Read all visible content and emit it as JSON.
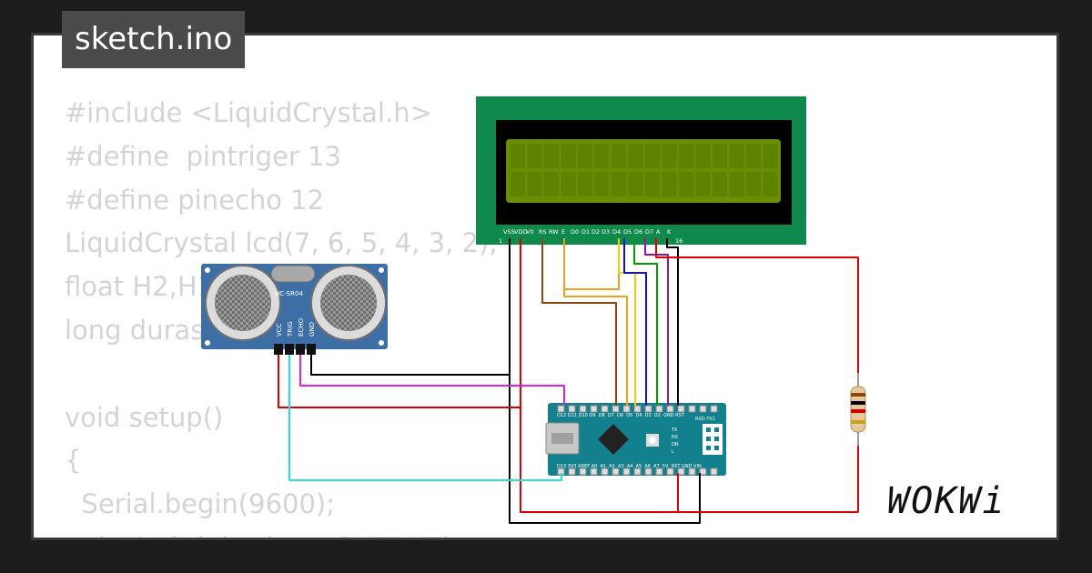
{
  "file_tab": {
    "label": "sketch.ino"
  },
  "code_lines": [
    "#include <LiquidCrystal.h>",
    "#define  pintriger 13",
    "#define pinecho 12",
    "LiquidCrystal lcd(7, 6, 5, 4, 3, 2);",
    "float H2,H1,",
    "long duras",
    "",
    "void setup()",
    "{",
    "  Serial.begin(9600);",
    "  pinMode(pintriger, OUTPUT);"
  ],
  "lcd": {
    "pins": [
      "VSS",
      "VDD",
      "V0",
      "RS",
      "RW",
      "E",
      "D0",
      "D1",
      "D2",
      "D3",
      "D4",
      "D5",
      "D6",
      "D7",
      "A",
      "K"
    ],
    "pin_first": "1",
    "pin_last": "16"
  },
  "hcsr04": {
    "model": "HC-SR04",
    "pins": [
      "VCC",
      "TRIG",
      "ECHO",
      "GND"
    ]
  },
  "nano": {
    "top_pins": "D12 D11 D10 D9  D8  D7  D6  D5  D4  D3  D2  GND RST",
    "bottom_pins": "D13 3V3 AREF A0  A1  A2  A3  A4  A5  A6  A7  5V  RST GND VIN",
    "side_labels": [
      "TX",
      "RX",
      "ON",
      "L"
    ],
    "header_label": "RXD TX1"
  },
  "logo": {
    "text": "WOKWi"
  },
  "colors": {
    "background": "#1c1c1c",
    "code_text": "#d4d4d4",
    "lcd_board": "#0f8a4c",
    "lcd_screen": "#6b8e00",
    "nano_board": "#13818d",
    "hcsr04_board": "#3d6fa6",
    "wire_black": "#000000",
    "wire_red": "#e00000",
    "wire_brown": "#8b4513",
    "wire_orange": "#f0a020",
    "wire_yellow": "#f2d000",
    "wire_blue": "#1010dd",
    "wire_green": "#00a000",
    "wire_purple": "#8a1aa0",
    "wire_magenta": "#e020e0",
    "wire_cyan": "#20e0e0"
  }
}
